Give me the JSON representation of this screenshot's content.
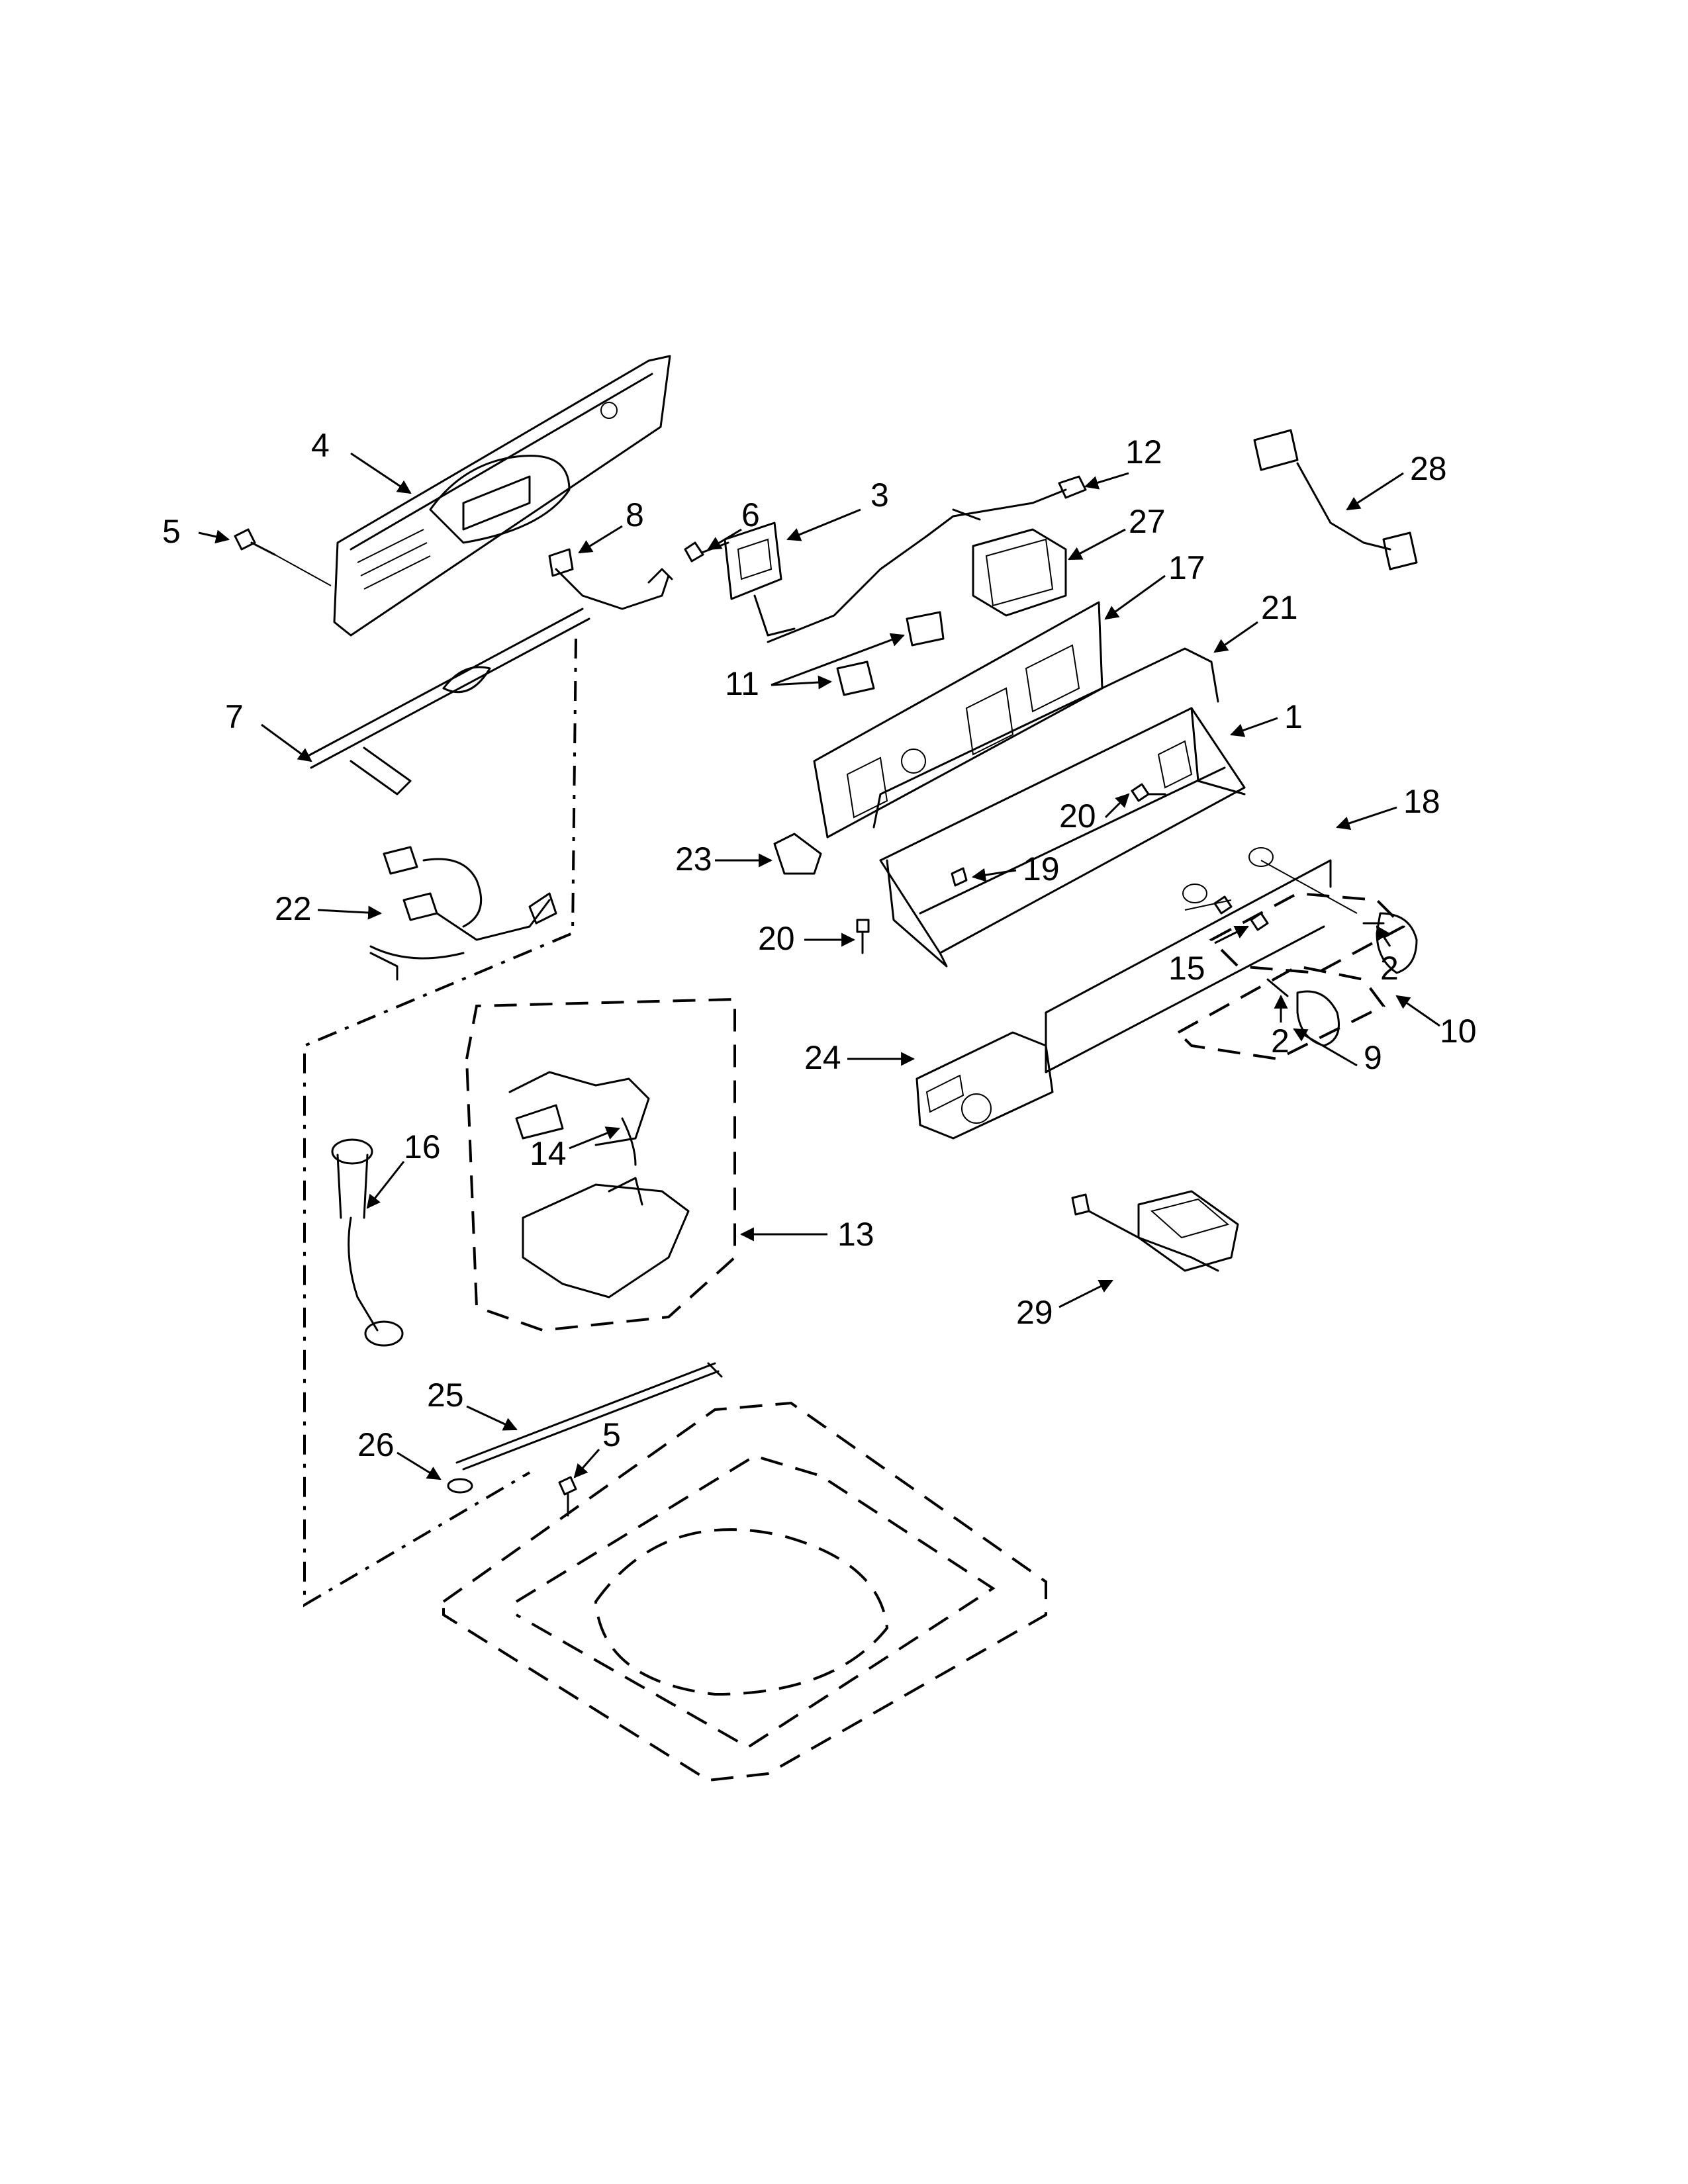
{
  "callouts": [
    {
      "id": "c1",
      "label": "1"
    },
    {
      "id": "c2a",
      "label": "2"
    },
    {
      "id": "c2b",
      "label": "2"
    },
    {
      "id": "c3",
      "label": "3"
    },
    {
      "id": "c4",
      "label": "4"
    },
    {
      "id": "c5a",
      "label": "5"
    },
    {
      "id": "c5b",
      "label": "5"
    },
    {
      "id": "c6",
      "label": "6"
    },
    {
      "id": "c7",
      "label": "7"
    },
    {
      "id": "c8",
      "label": "8"
    },
    {
      "id": "c9",
      "label": "9"
    },
    {
      "id": "c10",
      "label": "10"
    },
    {
      "id": "c11",
      "label": "11"
    },
    {
      "id": "c12",
      "label": "12"
    },
    {
      "id": "c13",
      "label": "13"
    },
    {
      "id": "c14",
      "label": "14"
    },
    {
      "id": "c15",
      "label": "15"
    },
    {
      "id": "c16",
      "label": "16"
    },
    {
      "id": "c17",
      "label": "17"
    },
    {
      "id": "c18",
      "label": "18"
    },
    {
      "id": "c19",
      "label": "19"
    },
    {
      "id": "c20a",
      "label": "20"
    },
    {
      "id": "c20b",
      "label": "20"
    },
    {
      "id": "c21",
      "label": "21"
    },
    {
      "id": "c22",
      "label": "22"
    },
    {
      "id": "c23",
      "label": "23"
    },
    {
      "id": "c24",
      "label": "24"
    },
    {
      "id": "c25",
      "label": "25"
    },
    {
      "id": "c26",
      "label": "26"
    },
    {
      "id": "c27",
      "label": "27"
    },
    {
      "id": "c28",
      "label": "28"
    },
    {
      "id": "c29",
      "label": "29"
    }
  ]
}
